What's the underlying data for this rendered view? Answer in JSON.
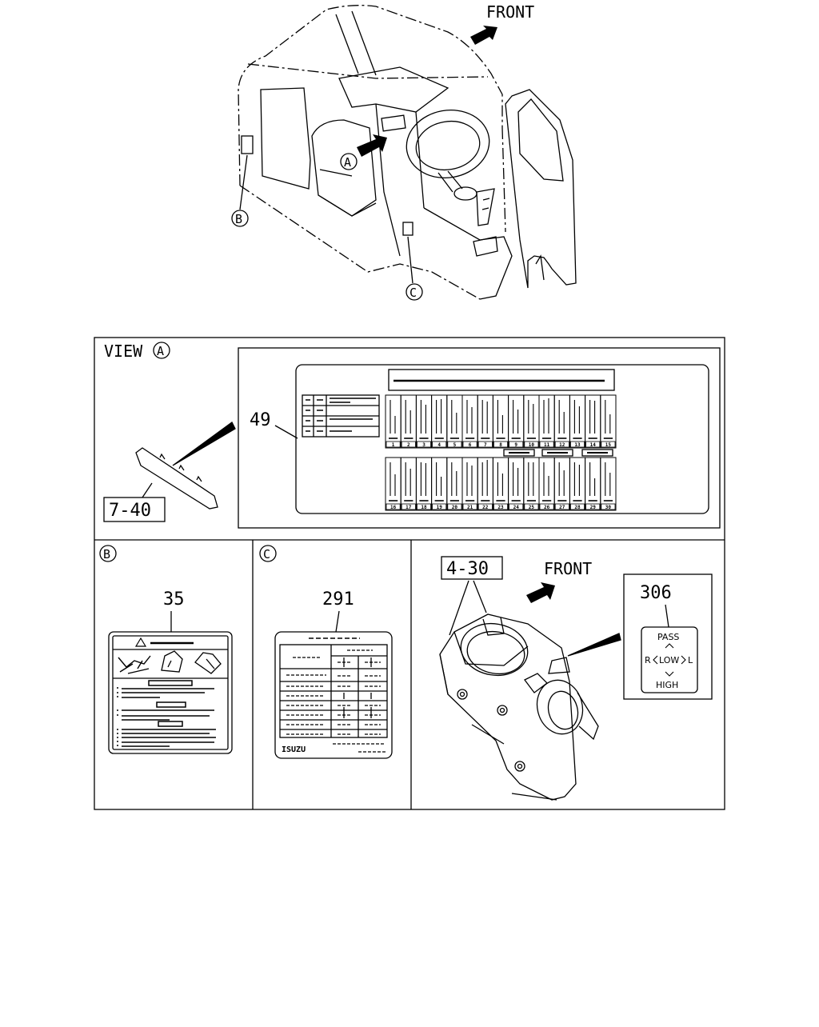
{
  "overview": {
    "front": "FRONT",
    "callout_a": "A",
    "callout_b": "B",
    "callout_c": "C"
  },
  "view_a": {
    "title": "VIEW",
    "letter": "A",
    "part_panel": "7-40",
    "part_label": "49",
    "fuse_numbers_row1": [
      "1",
      "2",
      "3",
      "4",
      "5",
      "6",
      "7",
      "8",
      "9",
      "10",
      "11",
      "12",
      "13",
      "14",
      "15"
    ],
    "fuse_numbers_row2": [
      "16",
      "17",
      "18",
      "19",
      "20",
      "21",
      "22",
      "23",
      "24",
      "25",
      "26",
      "27",
      "28",
      "29",
      "30"
    ]
  },
  "view_b": {
    "letter": "B",
    "part_label": "35"
  },
  "view_c": {
    "letter": "C",
    "part_label": "291",
    "brand": "ISUZU"
  },
  "switch_view": {
    "part_switch": "4-30",
    "front": "FRONT",
    "part_label": "306",
    "label_pass": "PASS",
    "label_r": "R",
    "label_low": "LOW",
    "label_l": "L",
    "label_high": "HIGH"
  }
}
